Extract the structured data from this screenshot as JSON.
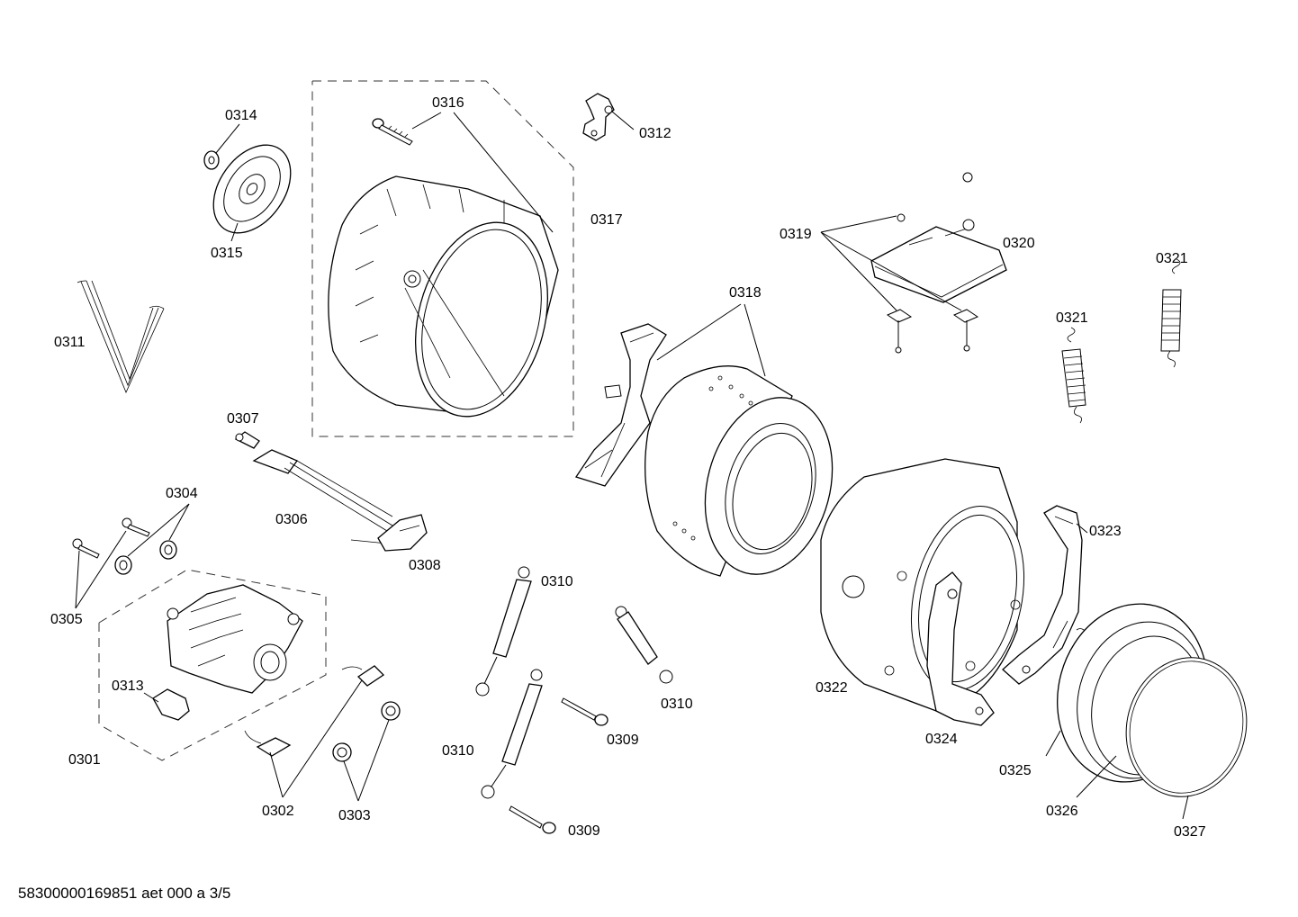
{
  "labels": {
    "p0301": "0301",
    "p0302": "0302",
    "p0303": "0303",
    "p0304": "0304",
    "p0305": "0305",
    "p0306": "0306",
    "p0307": "0307",
    "p0308": "0308",
    "p0309a": "0309",
    "p0309b": "0309",
    "p0310a": "0310",
    "p0310b": "0310",
    "p0310c": "0310",
    "p0311": "0311",
    "p0312": "0312",
    "p0313": "0313",
    "p0314": "0314",
    "p0315": "0315",
    "p0316": "0316",
    "p0317": "0317",
    "p0318": "0318",
    "p0319": "0319",
    "p0320": "0320",
    "p0321a": "0321",
    "p0321b": "0321",
    "p0322": "0322",
    "p0323": "0323",
    "p0324": "0324",
    "p0325": "0325",
    "p0326": "0326",
    "p0327": "0327"
  },
  "footer": "58300000169851 aet 000 a 3/5"
}
